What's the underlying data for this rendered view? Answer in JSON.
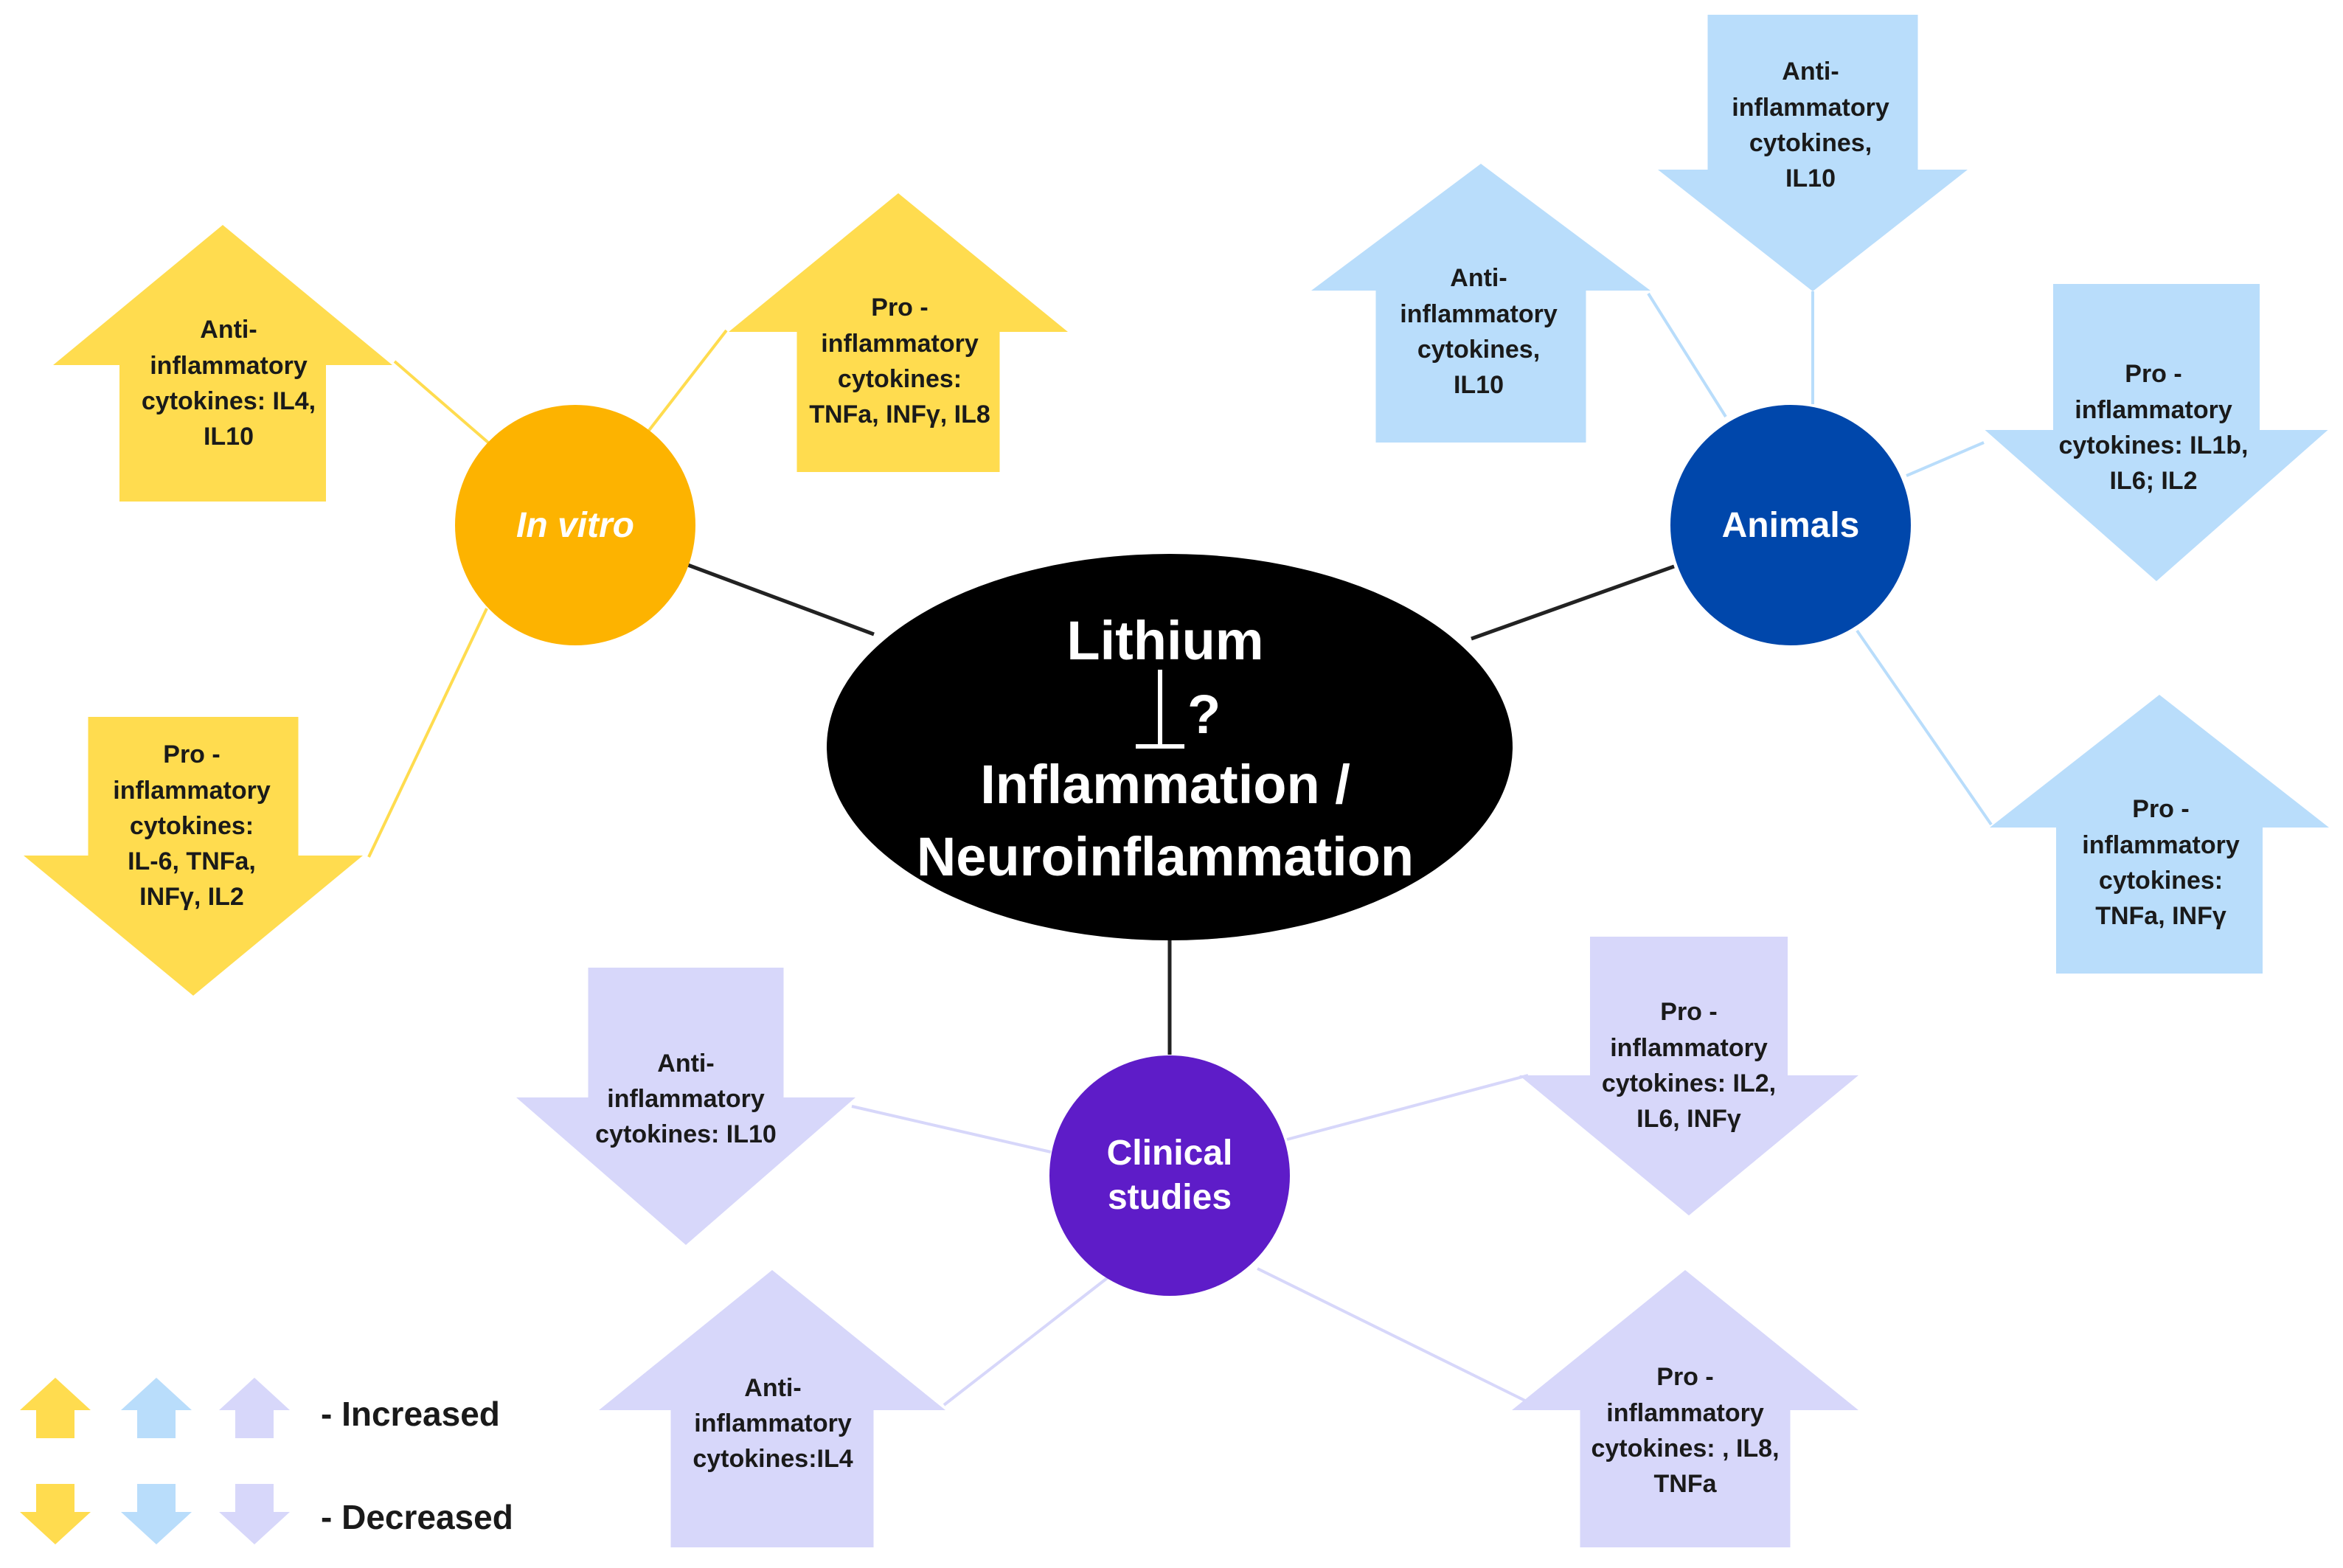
{
  "center": {
    "line1": "Lithium",
    "symbol": "?",
    "line2": "Inflammation /",
    "line3": "Neuroinflammation"
  },
  "hubs": {
    "in_vitro": {
      "label": "In vitro",
      "color": "#FDB300"
    },
    "animals": {
      "label": "Animals",
      "color": "#0047AB"
    },
    "clinical": {
      "label": "Clinical\nstudies",
      "color": "#5E1CC8"
    }
  },
  "arrow_colors": {
    "in_vitro": "#FFDC4F",
    "animals": "#B9DDFB",
    "clinical": "#D7D7FA"
  },
  "arrows": [
    {
      "id": "iv-up-anti",
      "group": "in_vitro",
      "direction": "up",
      "text": "Anti-\ninflammatory\ncytokines: IL4,\nIL10"
    },
    {
      "id": "iv-up-pro",
      "group": "in_vitro",
      "direction": "up",
      "text": "Pro -\ninflammatory\ncytokines:\nTNFa, INFγ, IL8"
    },
    {
      "id": "iv-down-pro",
      "group": "in_vitro",
      "direction": "down",
      "text": "Pro -\ninflammatory\ncytokines:\nIL-6, TNFa,\nINFγ, IL2"
    },
    {
      "id": "an-up-anti",
      "group": "animals",
      "direction": "up",
      "text": "Anti-\ninflammatory\ncytokines,\nIL10"
    },
    {
      "id": "an-down-anti",
      "group": "animals",
      "direction": "down",
      "text": "Anti-\ninflammatory\ncytokines,\nIL10"
    },
    {
      "id": "an-down-pro",
      "group": "animals",
      "direction": "down",
      "text": "Pro -\ninflammatory\ncytokines: IL1b,\nIL6;  IL2"
    },
    {
      "id": "an-up-pro",
      "group": "animals",
      "direction": "up",
      "text": "Pro -\ninflammatory\ncytokines:\nTNFa, INFγ"
    },
    {
      "id": "cl-down-anti",
      "group": "clinical",
      "direction": "down",
      "text": "Anti-\ninflammatory\ncytokines: IL10"
    },
    {
      "id": "cl-down-pro",
      "group": "clinical",
      "direction": "down",
      "text": "Pro -\ninflammatory\ncytokines: IL2,\nIL6, INFγ"
    },
    {
      "id": "cl-up-anti",
      "group": "clinical",
      "direction": "up",
      "text": "Anti-\ninflammatory\ncytokines:IL4"
    },
    {
      "id": "cl-up-pro",
      "group": "clinical",
      "direction": "up",
      "text": "Pro -\ninflammatory\ncytokines: , IL8,\nTNFa"
    }
  ],
  "legend": {
    "increased": "- Increased",
    "decreased": "- Decreased"
  }
}
